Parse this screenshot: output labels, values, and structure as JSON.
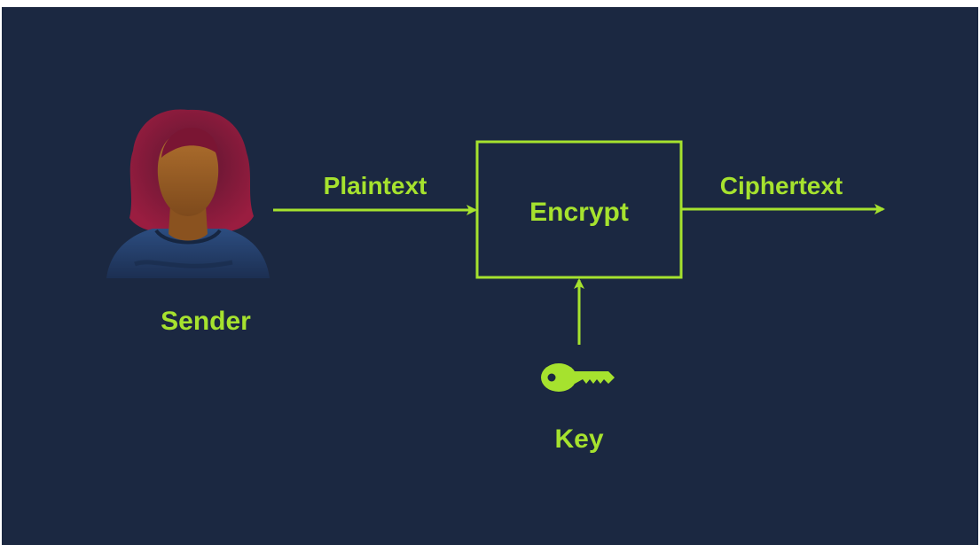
{
  "diagram": {
    "sender_label": "Sender",
    "plaintext_label": "Plaintext",
    "encrypt_label": "Encrypt",
    "ciphertext_label": "Ciphertext",
    "key_label": "Key"
  },
  "colors": {
    "background": "#1b2841",
    "accent": "#a6e22e",
    "skin": "#a0622a",
    "hair": "#8e1a3a",
    "shirt": "#24406e"
  },
  "icons": {
    "sender": "person-icon",
    "key": "key-icon"
  }
}
